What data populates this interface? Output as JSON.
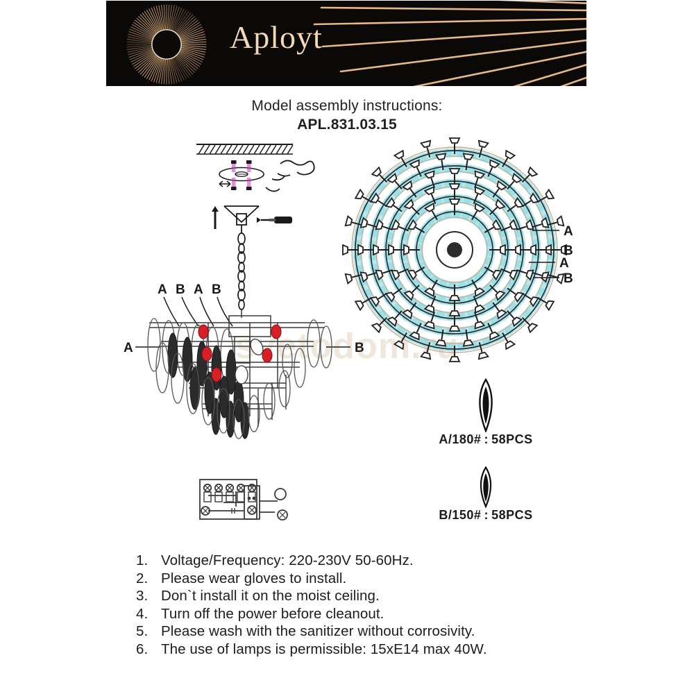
{
  "header": {
    "brand": "Aployt",
    "logo_icon": "sunburst-logo-icon",
    "rays_icon": "radiating-rays-icon",
    "background_color": "#0b0808",
    "brand_color": "#f2d9b4"
  },
  "document": {
    "title": "Model assembly instructions:",
    "model_code": "APL.831.03.15",
    "watermark": "svetodom.ru"
  },
  "diagrams": {
    "ceiling_mount": {
      "name": "ceiling-mount-detail",
      "ceiling_icon": "hatched-ceiling-icon",
      "bracket_icon": "mounting-bracket-icon",
      "screw_icon": "screw-icon",
      "canopy_icon": "canopy-icon",
      "chain_icon": "chain-icon",
      "screwdriver_icon": "screwdriver-icon",
      "wire_icon": "wire-icon",
      "arrow_icon": "up-arrow-icon"
    },
    "side_view": {
      "name": "chandelier-side-view",
      "top_labels": [
        "A",
        "B",
        "A",
        "B"
      ],
      "left_label": "A",
      "right_label": "B",
      "bulb_icon": "light-bulb-icon",
      "crystal_icon": "crystal-leaf-icon",
      "frame_icon": "chandelier-frame-icon"
    },
    "top_view": {
      "name": "chandelier-top-view",
      "labels": [
        "A",
        "B",
        "A",
        "B"
      ],
      "ring_count": 5,
      "crystal_color": "#7fd7e0",
      "outline_color": "#c9a98c"
    },
    "wiring": {
      "name": "wiring-terminal-diagram",
      "terminal_count": 5,
      "terminal_icon": "screw-terminal-icon",
      "connector_icon": "connector-icon"
    }
  },
  "parts": [
    {
      "id": "part-a",
      "icon": "crystal-leaf-icon",
      "label": "A/180# : 58PCS",
      "code": "A",
      "size": "180#",
      "quantity": "58PCS"
    },
    {
      "id": "part-b",
      "icon": "crystal-leaf-icon",
      "label": "B/150# : 58PCS",
      "code": "B",
      "size": "150#",
      "quantity": "58PCS"
    }
  ],
  "instructions": [
    {
      "num": "1.",
      "text": "Voltage/Frequency: 220-230V 50-60Hz."
    },
    {
      "num": "2.",
      "text": "Please wear gloves to install."
    },
    {
      "num": "3.",
      "text": "Don`t install it on the moist ceiling."
    },
    {
      "num": "4.",
      "text": "Turn off the power before cleanout."
    },
    {
      "num": "5.",
      "text": "Please wash with the sanitizer without corrosivity."
    },
    {
      "num": "6.",
      "text": "The use of lamps is permissible: 15xE14 max 40W."
    }
  ]
}
